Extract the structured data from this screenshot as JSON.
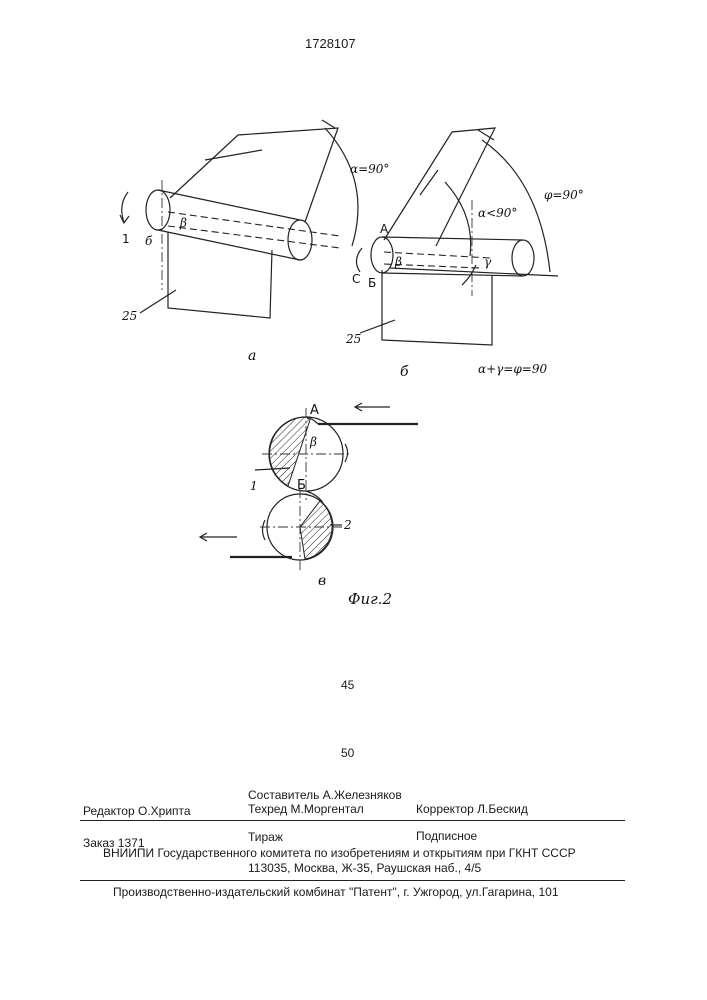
{
  "patent_number": "1728107",
  "figure": {
    "fig_a": {
      "label_1": "1",
      "label_b": "б",
      "label_beta": "β",
      "label_25": "25",
      "angle_alpha": "α=90°",
      "caption": "а"
    },
    "fig_b": {
      "label_A": "А",
      "label_B": "Б",
      "label_C": "С",
      "label_beta": "β",
      "label_gamma": "γ",
      "label_25": "25",
      "angle_alpha": "α<90°",
      "angle_phi": "φ=90°",
      "caption": "б",
      "formula": "α+γ=φ=90"
    },
    "fig_v": {
      "label_A": "А",
      "label_B": "Б",
      "label_beta": "β",
      "label_1": "1",
      "label_2": "2",
      "caption": "в"
    },
    "fig_title": "Фиг.2"
  },
  "line_numbers": [
    "45",
    "50"
  ],
  "imprint": {
    "editor": "Редактор  О.Хрипта",
    "compiler": "Составитель  А.Железняков",
    "techred": "Техред М.Моргентал",
    "corrector": "Корректор  Л.Бескид",
    "order": "Заказ  1371",
    "circulation": "Тираж",
    "subscription": "Подписное",
    "institute": "ВНИИПИ Государственного комитета по изобретениям и открытиям при ГКНТ СССР",
    "address": "113035, Москва, Ж-35, Раушская наб., 4/5",
    "publisher": "Производственно-издательский комбинат \"Патент\", г. Ужгород, ул.Гагарина, 101"
  }
}
